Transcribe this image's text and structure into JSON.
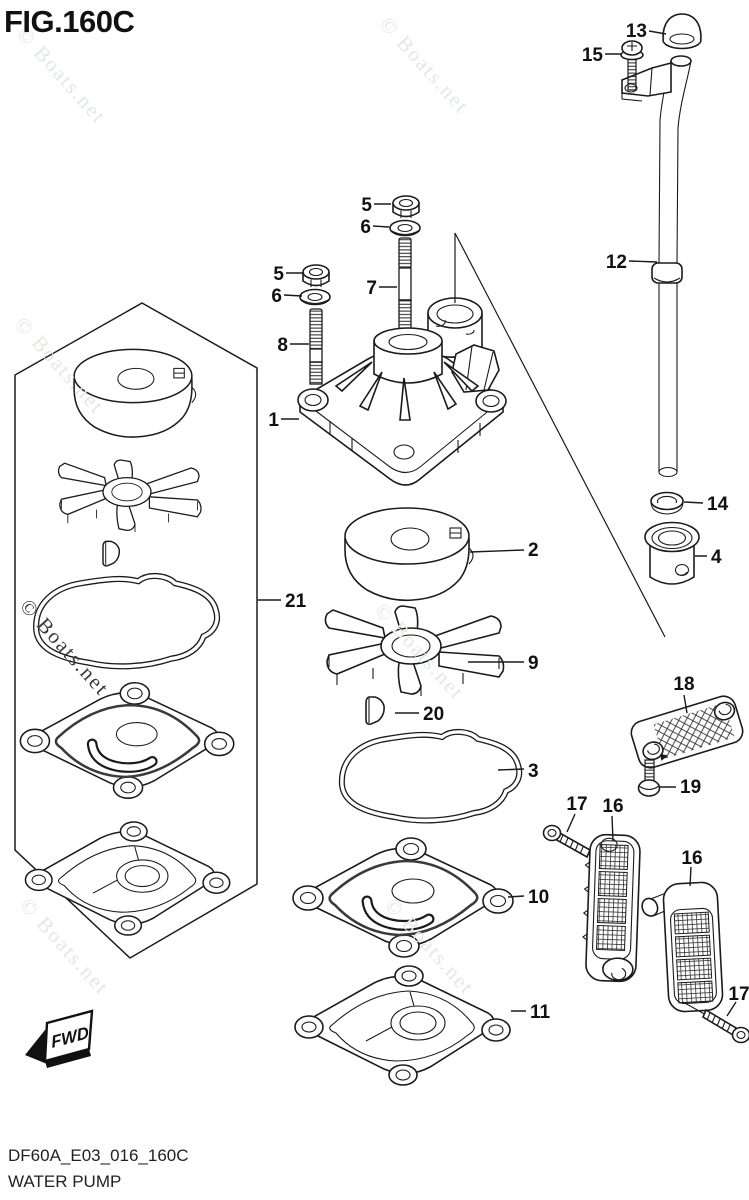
{
  "figure": {
    "title": "FIG.160C",
    "drawing_code": "DF60A_E03_016_160C",
    "drawing_name": "WATER PUMP",
    "fwd_label": "FWD"
  },
  "watermarks": {
    "text": "© Boats.net"
  },
  "callouts": {
    "p1": "1",
    "p2": "2",
    "p3": "3",
    "p4": "4",
    "p5a": "5",
    "p5b": "5",
    "p6a": "6",
    "p6b": "6",
    "p7": "7",
    "p8": "8",
    "p9": "9",
    "p10": "10",
    "p11": "11",
    "p12": "12",
    "p13": "13",
    "p14": "14",
    "p15": "15",
    "p16a": "16",
    "p16b": "16",
    "p17a": "17",
    "p17b": "17",
    "p18": "18",
    "p19": "19",
    "p20": "20",
    "p21": "21"
  },
  "colors": {
    "line": "#1b1b1b",
    "watermark_light": "#e2e8e2",
    "watermark_dark": "#3a3a3a"
  }
}
